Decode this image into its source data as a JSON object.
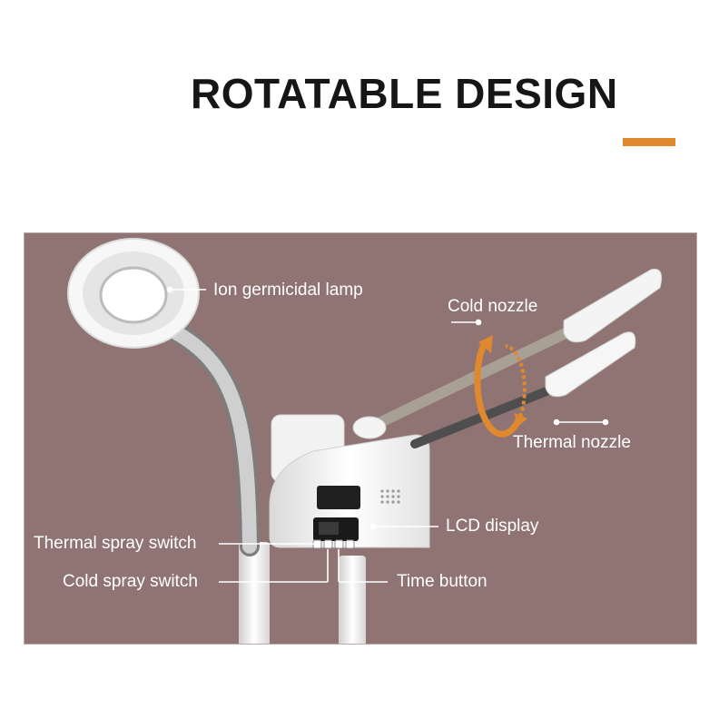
{
  "title": "ROTATABLE DESIGN",
  "colors": {
    "accent": "#e0882e",
    "panel_background": "#8f7473",
    "label_text": "#ffffff",
    "title_text": "#161616"
  },
  "labels": {
    "ion_lamp": "Ion germicidal lamp",
    "cold_nozzle": "Cold nozzle",
    "thermal_nozzle": "Thermal nozzle",
    "lcd_display": "LCD display",
    "thermal_spray_switch": "Thermal spray switch",
    "cold_spray_switch": "Cold spray switch",
    "time_button": "Time button"
  },
  "icons": {
    "rotation": "rotation-arrow-icon"
  }
}
